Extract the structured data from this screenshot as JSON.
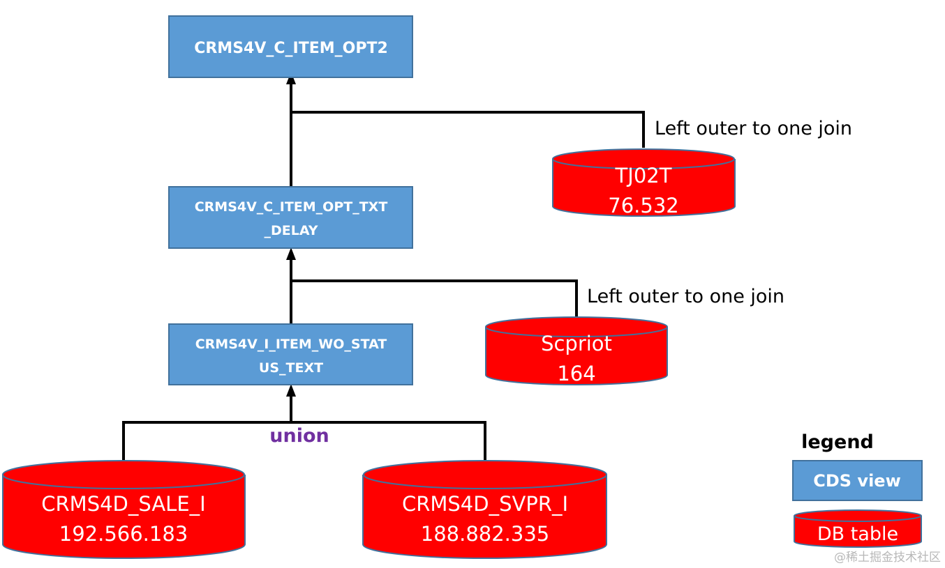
{
  "views": {
    "top": {
      "name": "CRMS4V_C_ITEM_OPT2"
    },
    "middle": {
      "line1": "CRMS4V_C_ITEM_OPT_TXT",
      "line2": "_DELAY"
    },
    "bottom": {
      "line1": "CRMS4V_I_ITEM_WO_STAT",
      "line2": "US_TEXT"
    }
  },
  "tables": {
    "tj02t": {
      "name": "TJ02T",
      "rows": "76.532"
    },
    "scpriot": {
      "name": "Scpriot",
      "rows": "164"
    },
    "sale": {
      "name": "CRMS4D_SALE_I",
      "rows": "192.566.183"
    },
    "svpr": {
      "name": "CRMS4D_SVPR_I",
      "rows": "188.882.335"
    }
  },
  "joins": {
    "upper": "Left outer to one join",
    "lower": "Left outer to one join",
    "union": "union"
  },
  "legend": {
    "title": "legend",
    "view_label": "CDS view",
    "table_label": "DB table"
  },
  "watermark": "@稀土掘金技术社区",
  "colors": {
    "cds_view": "#5b9bd5",
    "db_table": "#ff0000",
    "union_label": "#7030a0"
  }
}
